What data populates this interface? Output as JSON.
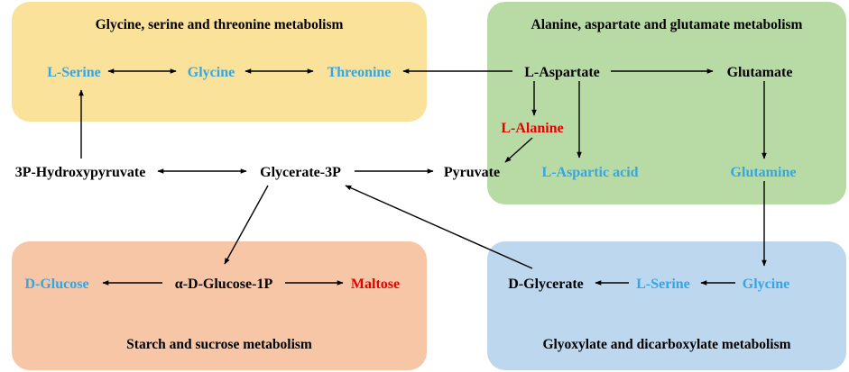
{
  "colors": {
    "black": "#000000",
    "blue": "#33A6E6",
    "red": "#E60000",
    "yellow_box": "#FAE29B",
    "green_box": "#B8DBA6",
    "orange_box": "#F7C6A6",
    "blue_box": "#BDD7EE"
  },
  "pathways": {
    "glycine_serine_threonine": "Glycine, serine and threonine metabolism",
    "alanine_aspartate_glutamate": "Alanine, aspartate and glutamate metabolism",
    "starch_sucrose": "Starch and sucrose metabolism",
    "glyoxylate_dicarboxylate": "Glyoxylate and dicarboxylate metabolism"
  },
  "metabolites": {
    "l_serine_top": {
      "label": "L-Serine",
      "color": "blue"
    },
    "glycine_top": {
      "label": "Glycine",
      "color": "blue"
    },
    "threonine": {
      "label": "Threonine",
      "color": "blue"
    },
    "l_aspartate": {
      "label": "L-Aspartate",
      "color": "black"
    },
    "glutamate": {
      "label": "Glutamate",
      "color": "black"
    },
    "l_alanine": {
      "label": "L-Alanine",
      "color": "red"
    },
    "hydroxypyruvate": {
      "label": "3P-Hydroxypyruvate",
      "color": "black"
    },
    "glycerate_3p": {
      "label": "Glycerate-3P",
      "color": "black"
    },
    "pyruvate": {
      "label": "Pyruvate",
      "color": "black"
    },
    "l_aspartic_acid": {
      "label": "L-Aspartic acid",
      "color": "blue"
    },
    "glutamine": {
      "label": "Glutamine",
      "color": "blue"
    },
    "d_glucose": {
      "label": "D-Glucose",
      "color": "blue"
    },
    "glucose_1p": {
      "label": "α-D-Glucose-1P",
      "color": "black"
    },
    "maltose": {
      "label": "Maltose",
      "color": "red"
    },
    "d_glycerate": {
      "label": "D-Glycerate",
      "color": "black"
    },
    "l_serine_bottom": {
      "label": "L-Serine",
      "color": "blue"
    },
    "glycine_bottom": {
      "label": "Glycine",
      "color": "blue"
    }
  }
}
